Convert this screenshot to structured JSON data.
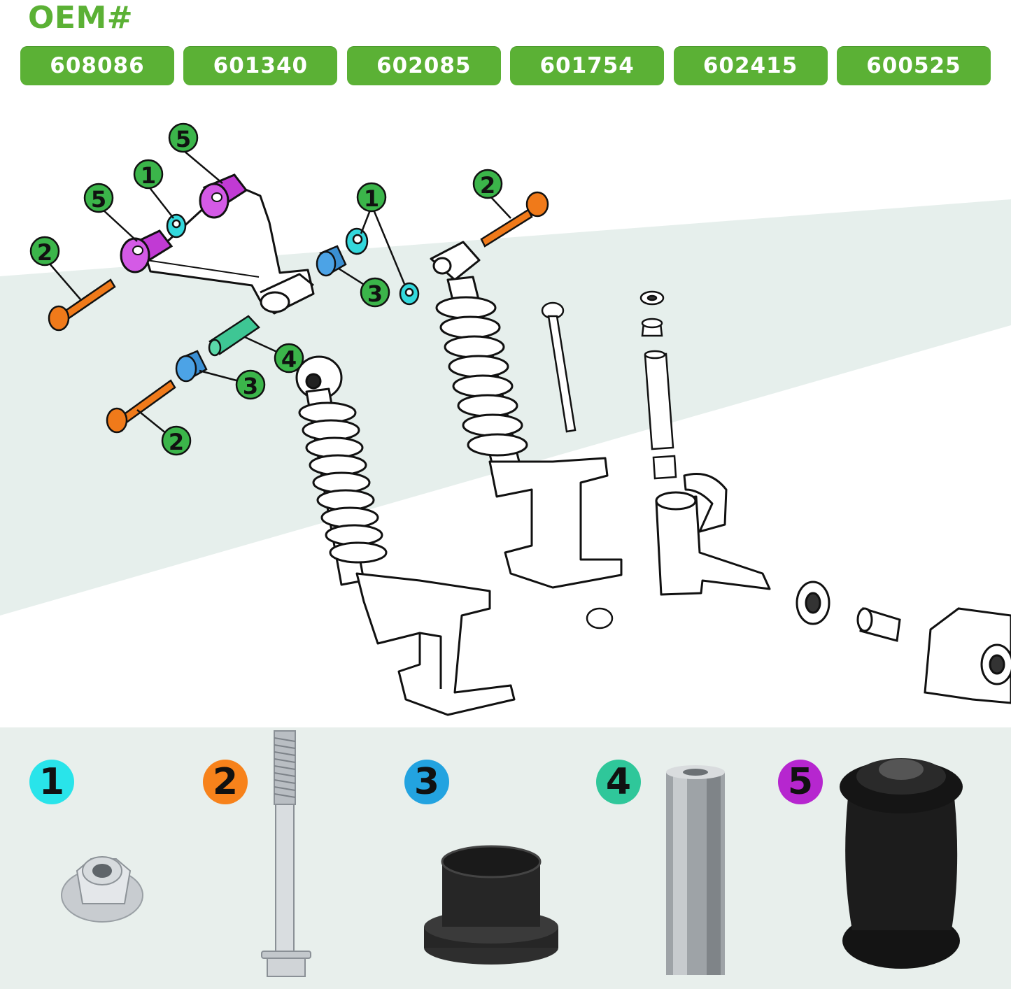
{
  "header": {
    "title": "OEM#",
    "oem_numbers": [
      "608086",
      "601340",
      "602085",
      "601754",
      "602415",
      "600525"
    ]
  },
  "callouts": {
    "n1": "1",
    "n2": "2",
    "n3": "3",
    "n4": "4",
    "n5": "5"
  },
  "legend": {
    "items": [
      {
        "number": "1",
        "color": "#29e4ea",
        "part_icon": "flange-nut-icon"
      },
      {
        "number": "2",
        "color": "#f7821b",
        "part_icon": "bolt-icon"
      },
      {
        "number": "3",
        "color": "#23a3e0",
        "part_icon": "flanged-bushing-icon"
      },
      {
        "number": "4",
        "color": "#2fc79a",
        "part_icon": "sleeve-spacer-icon"
      },
      {
        "number": "5",
        "color": "#b626cf",
        "part_icon": "control-arm-bushing-icon"
      }
    ]
  },
  "colors": {
    "brand_green": "#5bb135",
    "callout_green": "#3bb54a",
    "part1_cyan": "#33d8dc",
    "part2_orange": "#f07a1a",
    "part3_blue": "#3a8fd3",
    "part4_teal": "#3ec694",
    "part5_magenta": "#c13ad4",
    "background_band": "#e6efec"
  }
}
